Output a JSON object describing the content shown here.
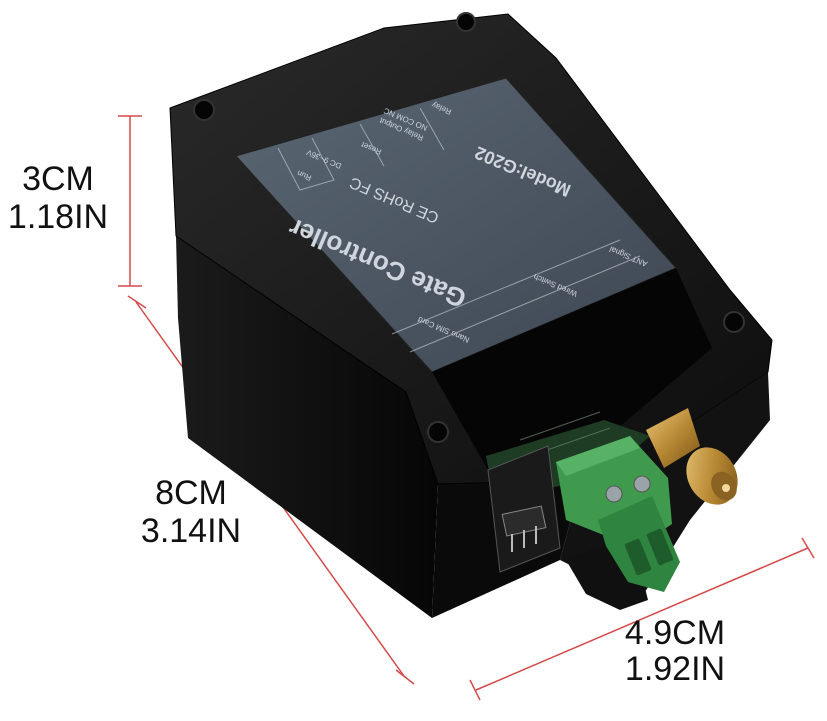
{
  "dimensions": {
    "height": {
      "cm": "3CM",
      "in": "1.18IN"
    },
    "length": {
      "cm": "8CM",
      "in": "3.14IN"
    },
    "width": {
      "cm": "4.9CM",
      "in": "1.92IN"
    }
  },
  "device_label": {
    "title": "Gate Controller",
    "model": "Model:G202",
    "certifications": "CE  RoHS  FC",
    "pins_top": [
      "Run",
      "DC 9~36V",
      "Reset",
      "Relay Output",
      "NO COM NC",
      "Relay"
    ],
    "pins_bottom": [
      "ANT Signal",
      "Wired Switch",
      "Nano SIM Card"
    ]
  },
  "colors": {
    "dimension_line": "#d44a4a",
    "enclosure": "#141414",
    "label_panel": "#48525e",
    "terminal_green": "#3f9a4e",
    "antenna_gold": "#c49a45"
  }
}
